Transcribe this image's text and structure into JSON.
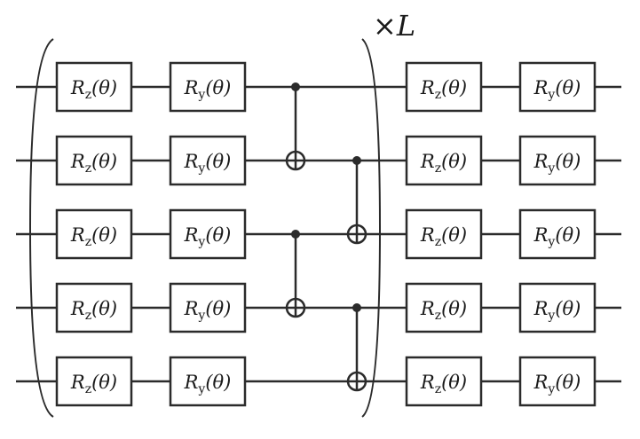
{
  "circuit": {
    "qubit_count": 5,
    "repeat_label": {
      "symbol": "×",
      "variable": "L"
    },
    "layer_gates": [
      {
        "name": "rz",
        "base": "R",
        "sub": "z",
        "arg": "(θ)"
      },
      {
        "name": "ry",
        "base": "R",
        "sub": "y",
        "arg": "(θ)"
      }
    ],
    "final_gates": [
      {
        "name": "rz",
        "base": "R",
        "sub": "z",
        "arg": "(θ)"
      },
      {
        "name": "ry",
        "base": "R",
        "sub": "y",
        "arg": "(θ)"
      }
    ],
    "entanglers": [
      {
        "type": "cnot",
        "control": 0,
        "target": 1
      },
      {
        "type": "cnot",
        "control": 2,
        "target": 3
      },
      {
        "type": "cnot",
        "control": 1,
        "target": 2
      },
      {
        "type": "cnot",
        "control": 3,
        "target": 4
      }
    ]
  }
}
